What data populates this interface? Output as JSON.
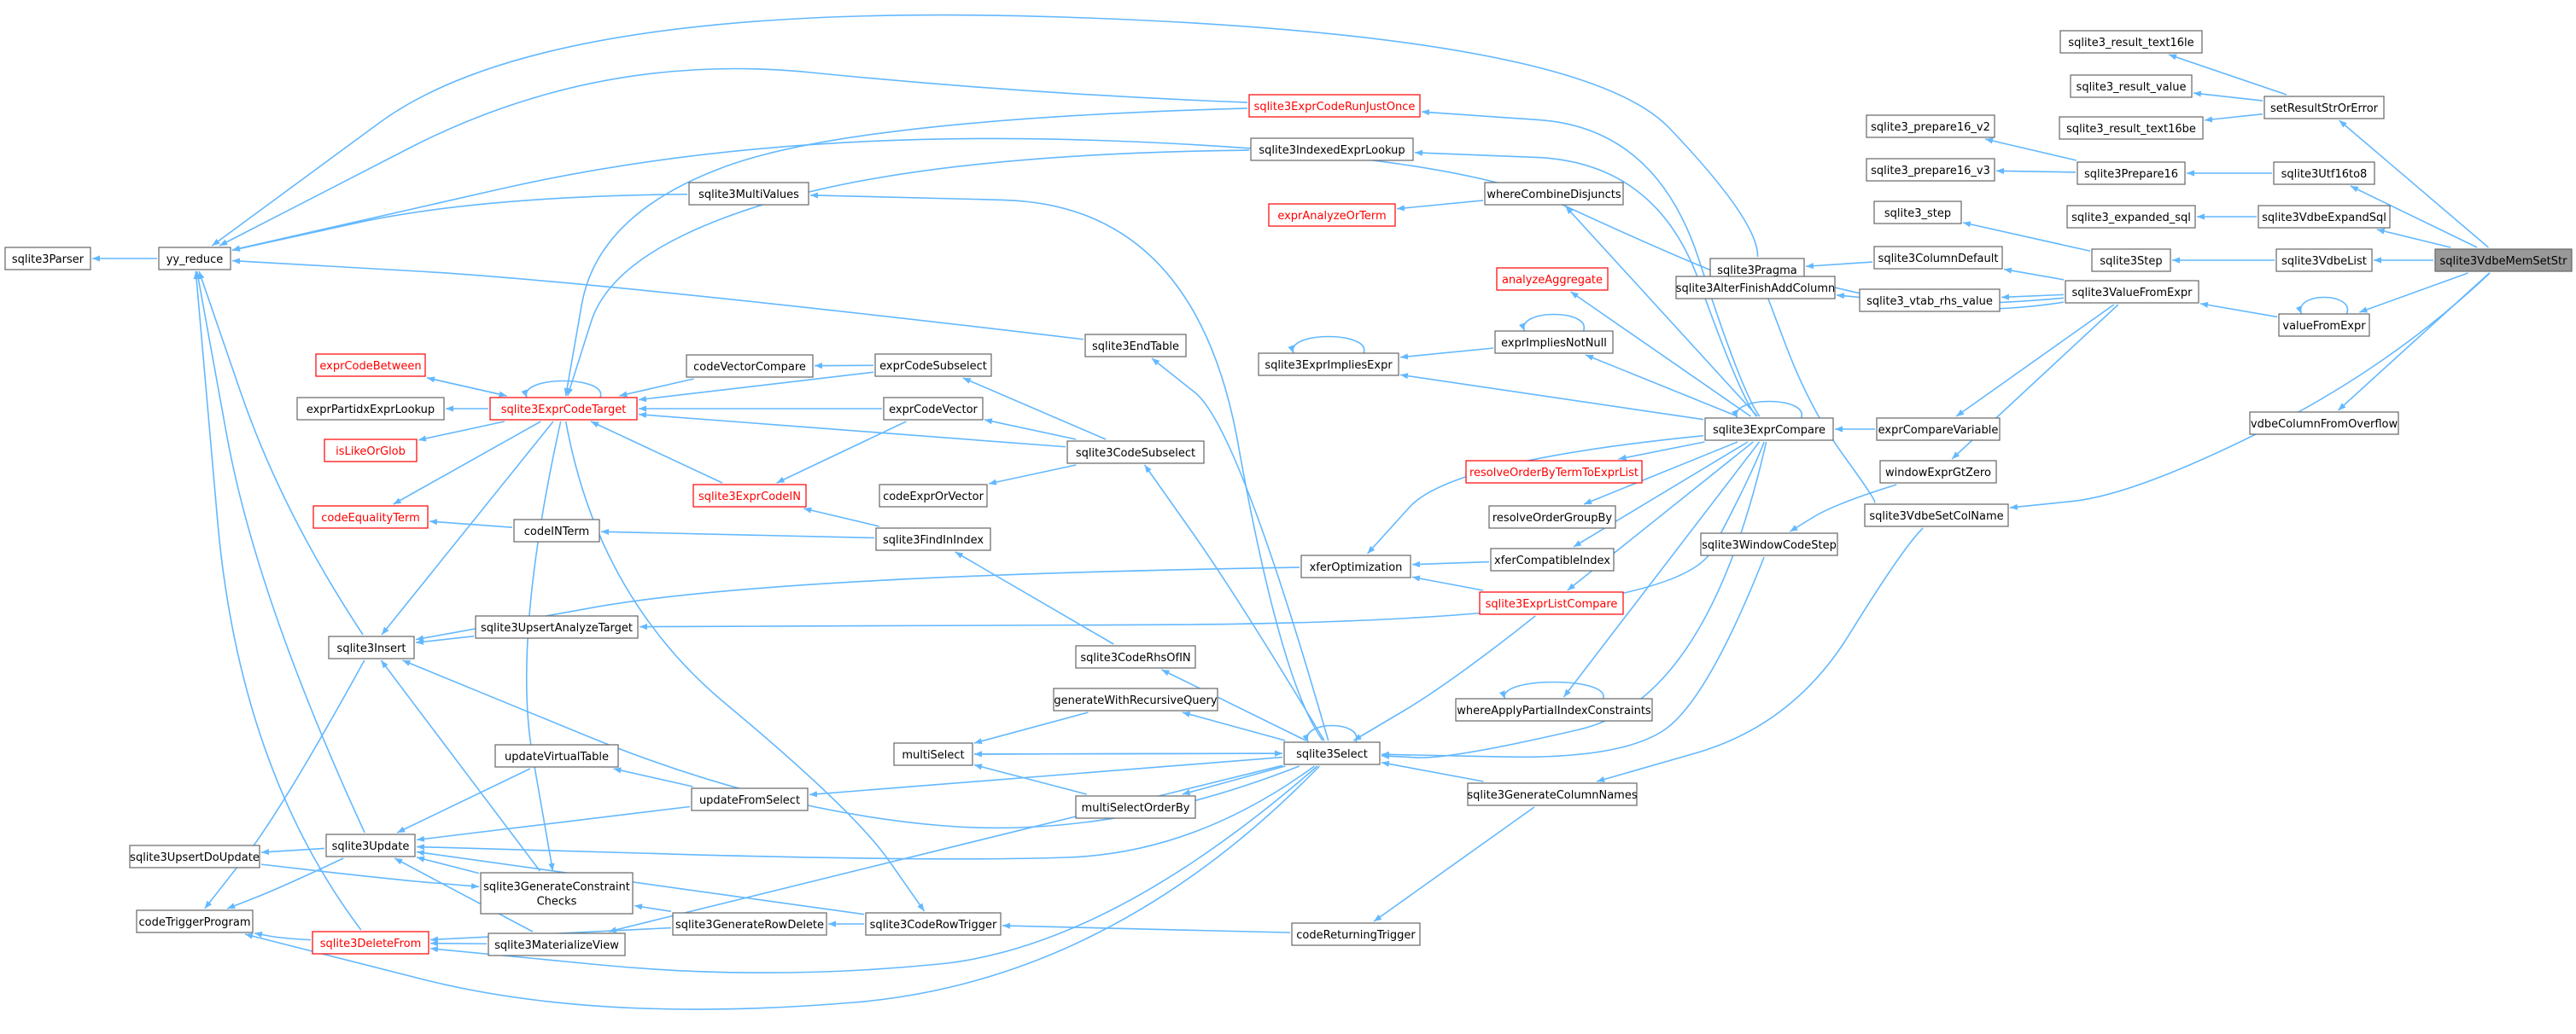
{
  "colors": {
    "edge": "#63b8ff",
    "node_border": "#666666",
    "node_border_incomplete": "#ff0000",
    "root_fill": "#999999"
  },
  "diagram": {
    "type": "caller-graph",
    "root": "sqlite3VdbeMemSetStr",
    "nodes": {
      "sqlite3Parser": "sqlite3Parser",
      "yy_reduce": "yy_reduce",
      "exprCodeBetween": "exprCodeBetween",
      "exprPartidxExprLookup": "exprPartidxExprLookup",
      "isLikeOrGlob": "isLikeOrGlob",
      "codeEqualityTerm": "codeEqualityTerm",
      "sqlite3Insert": "sqlite3Insert",
      "sqlite3Update": "sqlite3Update",
      "sqlite3UpsertDoUpdate": "sqlite3UpsertDoUpdate",
      "codeTriggerProgram": "codeTriggerProgram",
      "sqlite3DeleteFrom": "sqlite3DeleteFrom",
      "sqlite3ExprCodeTarget": "sqlite3ExprCodeTarget",
      "codeINTerm": "codeINTerm",
      "sqlite3UpsertAnalyzeTarget": "sqlite3UpsertAnalyzeTarget",
      "updateVirtualTable": "updateVirtualTable",
      "sqlite3GenerateConstraintChecks": [
        "sqlite3GenerateConstraint",
        "Checks"
      ],
      "sqlite3MaterializeView": "sqlite3MaterializeView",
      "sqlite3MultiValues": "sqlite3MultiValues",
      "codeVectorCompare": "codeVectorCompare",
      "sqlite3ExprCodeIN": "sqlite3ExprCodeIN",
      "updateFromSelect": "updateFromSelect",
      "sqlite3GenerateRowDelete": "sqlite3GenerateRowDelete",
      "sqlite3ExprCodeRunJustOnce": "sqlite3ExprCodeRunJustOnce",
      "sqlite3IndexedExprLookup": "sqlite3IndexedExprLookup",
      "exprCodeSubselect": "exprCodeSubselect",
      "exprCodeVector": "exprCodeVector",
      "codeExprOrVector": "codeExprOrVector",
      "sqlite3FindInIndex": "sqlite3FindInIndex",
      "multiSelect": "multiSelect",
      "sqlite3CodeRowTrigger": "sqlite3CodeRowTrigger",
      "generateWithRecursiveQuery": "generateWithRecursiveQuery",
      "multiSelectOrderBy": "multiSelectOrderBy",
      "sqlite3EndTable": "sqlite3EndTable",
      "sqlite3CodeSubselect": "sqlite3CodeSubselect",
      "sqlite3CodeRhsOfIN": "sqlite3CodeRhsOfIN",
      "xferOptimization": "xferOptimization",
      "sqlite3Select": "sqlite3Select",
      "codeReturningTrigger": "codeReturningTrigger",
      "sqlite3ExprImpliesExpr": "sqlite3ExprImpliesExpr",
      "exprAnalyzeOrTerm": "exprAnalyzeOrTerm",
      "whereCombineDisjuncts": "whereCombineDisjuncts",
      "analyzeAggregate": "analyzeAggregate",
      "exprImpliesNotNull": "exprImpliesNotNull",
      "resolveOrderByTermToExprList": "resolveOrderByTermToExprList",
      "resolveOrderGroupBy": "resolveOrderGroupBy",
      "xferCompatibleIndex": "xferCompatibleIndex",
      "sqlite3ExprListCompare": "sqlite3ExprListCompare",
      "whereApplyPartialIndexConstraints": "whereApplyPartialIndexConstraints",
      "sqlite3GenerateColumnNames": "sqlite3GenerateColumnNames",
      "sqlite3Pragma": "sqlite3Pragma",
      "sqlite3AlterFinishAddColumn": "sqlite3AlterFinishAddColumn",
      "sqlite3ExprCompare": "sqlite3ExprCompare",
      "sqlite3WindowCodeStep": "sqlite3WindowCodeStep",
      "sqlite3_prepare16_v2": "sqlite3_prepare16_v2",
      "sqlite3_prepare16_v3": "sqlite3_prepare16_v3",
      "sqlite3_step": "sqlite3_step",
      "sqlite3_vtab_rhs_value": "sqlite3_vtab_rhs_value",
      "sqlite3ColumnDefault": "sqlite3ColumnDefault",
      "exprCompareVariable": "exprCompareVariable",
      "windowExprGtZero": "windowExprGtZero",
      "sqlite3VdbeSetColName": "sqlite3VdbeSetColName",
      "sqlite3_result_text16le": "sqlite3_result_text16le",
      "sqlite3_result_value": "sqlite3_result_value",
      "sqlite3_result_text16be": "sqlite3_result_text16be",
      "sqlite3Prepare16": "sqlite3Prepare16",
      "sqlite3_expanded_sql": "sqlite3_expanded_sql",
      "sqlite3Step": "sqlite3Step",
      "sqlite3ValueFromExpr": "sqlite3ValueFromExpr",
      "setResultStrOrError": "setResultStrOrError",
      "sqlite3Utf16to8": "sqlite3Utf16to8",
      "sqlite3VdbeExpandSql": "sqlite3VdbeExpandSql",
      "sqlite3VdbeList": "sqlite3VdbeList",
      "valueFromExpr": "valueFromExpr",
      "vdbeColumnFromOverflow": "vdbeColumnFromOverflow",
      "sqlite3VdbeMemSetStr": "sqlite3VdbeMemSetStr"
    },
    "incomplete_nodes": [
      "sqlite3ExprCodeRunJustOnce",
      "exprAnalyzeOrTerm",
      "analyzeAggregate",
      "exprCodeBetween",
      "sqlite3ExprCodeTarget",
      "isLikeOrGlob",
      "sqlite3ExprCodeIN",
      "codeEqualityTerm",
      "resolveOrderByTermToExprList",
      "sqlite3ExprListCompare",
      "sqlite3DeleteFrom"
    ],
    "edges": [
      [
        "sqlite3Parser",
        "yy_reduce"
      ],
      [
        "yy_reduce",
        "sqlite3Pragma"
      ],
      [
        "yy_reduce",
        "sqlite3ExprCodeRunJustOnce"
      ],
      [
        "yy_reduce",
        "sqlite3MultiValues"
      ],
      [
        "yy_reduce",
        "sqlite3EndTable"
      ],
      [
        "yy_reduce",
        "sqlite3Insert"
      ],
      [
        "yy_reduce",
        "sqlite3Update"
      ],
      [
        "yy_reduce",
        "sqlite3DeleteFrom"
      ],
      [
        "yy_reduce",
        "sqlite3AlterFinishAddColumn"
      ],
      [
        "codeTriggerProgram",
        "sqlite3Insert"
      ],
      [
        "codeTriggerProgram",
        "sqlite3Update"
      ],
      [
        "codeTriggerProgram",
        "sqlite3DeleteFrom"
      ],
      [
        "codeTriggerProgram",
        "sqlite3Select"
      ],
      [
        "sqlite3UpsertDoUpdate",
        "sqlite3Update"
      ],
      [
        "sqlite3Insert",
        "sqlite3ExprCodeTarget"
      ],
      [
        "sqlite3Insert",
        "sqlite3UpsertAnalyzeTarget"
      ],
      [
        "sqlite3Insert",
        "xferOptimization"
      ],
      [
        "sqlite3Insert",
        "sqlite3GenerateConstraintChecks"
      ],
      [
        "sqlite3Insert",
        "sqlite3Select"
      ],
      [
        "sqlite3Update",
        "updateVirtualTable"
      ],
      [
        "sqlite3Update",
        "updateFromSelect"
      ],
      [
        "sqlite3Update",
        "sqlite3GenerateConstraintChecks"
      ],
      [
        "sqlite3Update",
        "sqlite3MaterializeView"
      ],
      [
        "sqlite3Update",
        "sqlite3CodeRowTrigger"
      ],
      [
        "sqlite3Update",
        "sqlite3Select"
      ],
      [
        "sqlite3DeleteFrom",
        "sqlite3MaterializeView"
      ],
      [
        "sqlite3DeleteFrom",
        "sqlite3GenerateRowDelete"
      ],
      [
        "sqlite3DeleteFrom",
        "sqlite3Select"
      ],
      [
        "sqlite3GenerateConstraintChecks",
        "sqlite3UpsertDoUpdate"
      ],
      [
        "sqlite3GenerateConstraintChecks",
        "sqlite3GenerateRowDelete"
      ],
      [
        "sqlite3GenerateConstraintChecks",
        "sqlite3ExprCodeTarget"
      ],
      [
        "sqlite3GenerateRowDelete",
        "sqlite3CodeRowTrigger"
      ],
      [
        "sqlite3CodeRowTrigger",
        "codeReturningTrigger"
      ],
      [
        "sqlite3CodeRowTrigger",
        "sqlite3ExprCodeTarget"
      ],
      [
        "sqlite3MaterializeView",
        "sqlite3Select"
      ],
      [
        "updateVirtualTable",
        "updateFromSelect"
      ],
      [
        "updateFromSelect",
        "sqlite3Select"
      ],
      [
        "exprCodeBetween",
        "sqlite3ExprCodeTarget"
      ],
      [
        "exprPartidxExprLookup",
        "sqlite3ExprCodeTarget"
      ],
      [
        "isLikeOrGlob",
        "sqlite3ExprCodeTarget"
      ],
      [
        "codeEqualityTerm",
        "sqlite3ExprCodeTarget"
      ],
      [
        "codeEqualityTerm",
        "codeINTerm"
      ],
      [
        "sqlite3ExprCodeTarget",
        "exprCodeBetween"
      ],
      [
        "sqlite3ExprCodeTarget",
        "sqlite3ExprCodeTarget"
      ],
      [
        "sqlite3ExprCodeTarget",
        "sqlite3ExprCodeRunJustOnce"
      ],
      [
        "sqlite3ExprCodeTarget",
        "sqlite3IndexedExprLookup"
      ],
      [
        "sqlite3ExprCodeTarget",
        "codeVectorCompare"
      ],
      [
        "sqlite3ExprCodeTarget",
        "exprCodeVector"
      ],
      [
        "sqlite3ExprCodeTarget",
        "sqlite3ExprCodeIN"
      ],
      [
        "sqlite3ExprCodeTarget",
        "sqlite3CodeSubselect"
      ],
      [
        "sqlite3ExprCodeTarget",
        "exprCodeSubselect"
      ],
      [
        "codeVectorCompare",
        "exprCodeSubselect"
      ],
      [
        "sqlite3ExprCodeIN",
        "exprCodeVector"
      ],
      [
        "sqlite3ExprCodeIN",
        "sqlite3FindInIndex"
      ],
      [
        "codeINTerm",
        "sqlite3FindInIndex"
      ],
      [
        "exprCodeSubselect",
        "sqlite3CodeSubselect"
      ],
      [
        "exprCodeVector",
        "sqlite3CodeSubselect"
      ],
      [
        "codeExprOrVector",
        "sqlite3CodeSubselect"
      ],
      [
        "sqlite3FindInIndex",
        "sqlite3CodeRhsOfIN"
      ],
      [
        "sqlite3CodeSubselect",
        "sqlite3Select"
      ],
      [
        "sqlite3CodeRhsOfIN",
        "sqlite3Select"
      ],
      [
        "sqlite3EndTable",
        "sqlite3Select"
      ],
      [
        "sqlite3MultiValues",
        "sqlite3Select"
      ],
      [
        "sqlite3ExprCodeRunJustOnce",
        "sqlite3ExprCompare"
      ],
      [
        "sqlite3IndexedExprLookup",
        "sqlite3ExprCompare"
      ],
      [
        "sqlite3UpsertAnalyzeTarget",
        "sqlite3ExprCompare"
      ],
      [
        "multiSelect",
        "sqlite3Select"
      ],
      [
        "sqlite3Select",
        "multiSelect"
      ],
      [
        "sqlite3Select",
        "sqlite3Select"
      ],
      [
        "generateWithRecursiveQuery",
        "sqlite3Select"
      ],
      [
        "multiSelectOrderBy",
        "sqlite3Select"
      ],
      [
        "multiSelect",
        "generateWithRecursiveQuery"
      ],
      [
        "multiSelect",
        "multiSelectOrderBy"
      ],
      [
        "sqlite3Select",
        "sqlite3GenerateColumnNames"
      ],
      [
        "sqlite3Select",
        "sqlite3WindowCodeStep"
      ],
      [
        "sqlite3Select",
        "sqlite3ExprListCompare"
      ],
      [
        "sqlite3Select",
        "sqlite3ExprCompare"
      ],
      [
        "codeReturningTrigger",
        "sqlite3GenerateColumnNames"
      ],
      [
        "xferOptimization",
        "xferCompatibleIndex"
      ],
      [
        "xferOptimization",
        "sqlite3ExprListCompare"
      ],
      [
        "xferOptimization",
        "sqlite3ExprCompare"
      ],
      [
        "sqlite3ExprImpliesExpr",
        "sqlite3ExprImpliesExpr"
      ],
      [
        "sqlite3ExprImpliesExpr",
        "exprImpliesNotNull"
      ],
      [
        "sqlite3ExprImpliesExpr",
        "sqlite3ExprCompare"
      ],
      [
        "exprImpliesNotNull",
        "exprImpliesNotNull"
      ],
      [
        "exprImpliesNotNull",
        "sqlite3ExprCompare"
      ],
      [
        "exprAnalyzeOrTerm",
        "whereCombineDisjuncts"
      ],
      [
        "whereCombineDisjuncts",
        "sqlite3ExprCompare"
      ],
      [
        "analyzeAggregate",
        "sqlite3ExprCompare"
      ],
      [
        "resolveOrderByTermToExprList",
        "sqlite3ExprCompare"
      ],
      [
        "resolveOrderGroupBy",
        "sqlite3ExprCompare"
      ],
      [
        "xferCompatibleIndex",
        "sqlite3ExprCompare"
      ],
      [
        "sqlite3ExprListCompare",
        "sqlite3ExprCompare"
      ],
      [
        "whereApplyPartialIndexConstraints",
        "whereApplyPartialIndexConstraints"
      ],
      [
        "whereApplyPartialIndexConstraints",
        "sqlite3ExprCompare"
      ],
      [
        "sqlite3ExprCompare",
        "sqlite3ExprCompare"
      ],
      [
        "sqlite3ExprCompare",
        "exprCompareVariable"
      ],
      [
        "sqlite3GenerateColumnNames",
        "sqlite3VdbeSetColName"
      ],
      [
        "sqlite3WindowCodeStep",
        "windowExprGtZero"
      ],
      [
        "sqlite3Pragma",
        "sqlite3ColumnDefault"
      ],
      [
        "sqlite3Pragma",
        "sqlite3ValueFromExpr"
      ],
      [
        "sqlite3Pragma",
        "sqlite3VdbeSetColName"
      ],
      [
        "sqlite3AlterFinishAddColumn",
        "sqlite3ValueFromExpr"
      ],
      [
        "sqlite3ColumnDefault",
        "sqlite3ValueFromExpr"
      ],
      [
        "sqlite3_vtab_rhs_value",
        "sqlite3ValueFromExpr"
      ],
      [
        "exprCompareVariable",
        "sqlite3ValueFromExpr"
      ],
      [
        "windowExprGtZero",
        "sqlite3ValueFromExpr"
      ],
      [
        "sqlite3ValueFromExpr",
        "valueFromExpr"
      ],
      [
        "valueFromExpr",
        "valueFromExpr"
      ],
      [
        "sqlite3_prepare16_v2",
        "sqlite3Prepare16"
      ],
      [
        "sqlite3_prepare16_v3",
        "sqlite3Prepare16"
      ],
      [
        "sqlite3Prepare16",
        "sqlite3Utf16to8"
      ],
      [
        "sqlite3_step",
        "sqlite3Step"
      ],
      [
        "sqlite3Step",
        "sqlite3VdbeList"
      ],
      [
        "sqlite3_expanded_sql",
        "sqlite3VdbeExpandSql"
      ],
      [
        "sqlite3_result_text16le",
        "setResultStrOrError"
      ],
      [
        "sqlite3_result_value",
        "setResultStrOrError"
      ],
      [
        "sqlite3_result_text16be",
        "setResultStrOrError"
      ],
      [
        "setResultStrOrError",
        "sqlite3VdbeMemSetStr"
      ],
      [
        "sqlite3Utf16to8",
        "sqlite3VdbeMemSetStr"
      ],
      [
        "sqlite3VdbeExpandSql",
        "sqlite3VdbeMemSetStr"
      ],
      [
        "sqlite3VdbeList",
        "sqlite3VdbeMemSetStr"
      ],
      [
        "valueFromExpr",
        "sqlite3VdbeMemSetStr"
      ],
      [
        "vdbeColumnFromOverflow",
        "sqlite3VdbeMemSetStr"
      ],
      [
        "sqlite3VdbeSetColName",
        "sqlite3VdbeMemSetStr"
      ]
    ]
  }
}
